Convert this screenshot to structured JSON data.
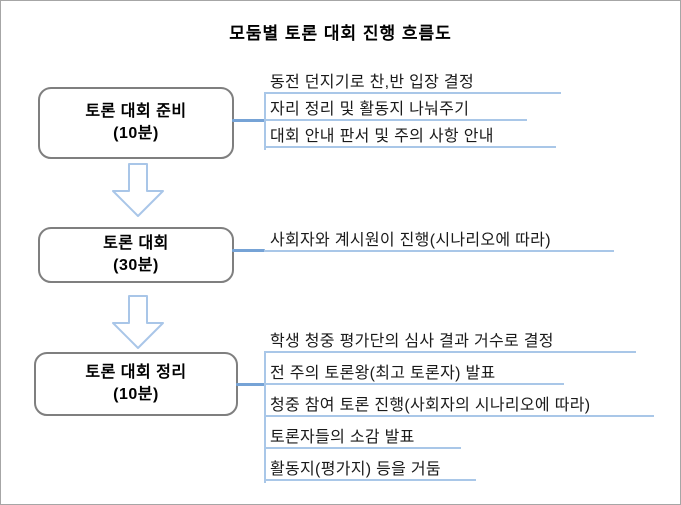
{
  "title": "모둠별 토론 대회 진행 흐름도",
  "colors": {
    "box_border": "#7f7f7f",
    "connector_line": "#76a3d6",
    "branch_line": "#a9c7e8",
    "arrow_outline": "#a9c6e8",
    "text": "#1a1a1a"
  },
  "flow": {
    "stages": [
      {
        "label": "토론 대회 준비",
        "duration": "(10분)",
        "items": [
          "동전 던지기로 찬,반 입장 결정",
          "자리 정리 및 활동지 나눠주기",
          "대회 안내 판서 및 주의 사항 안내"
        ]
      },
      {
        "label": "토론 대회",
        "duration": "(30분)",
        "items": [
          "사회자와 계시원이 진행(시나리오에 따라)"
        ]
      },
      {
        "label": "토론 대회 정리",
        "duration": "(10분)",
        "items": [
          "학생 청중 평가단의 심사 결과 거수로 결정",
          "전 주의 토론왕(최고 토론자) 발표",
          "청중 참여 토론 진행(사회자의 시나리오에 따라)",
          "토론자들의 소감 발표",
          "활동지(평가지) 등을 거둠"
        ]
      }
    ]
  }
}
